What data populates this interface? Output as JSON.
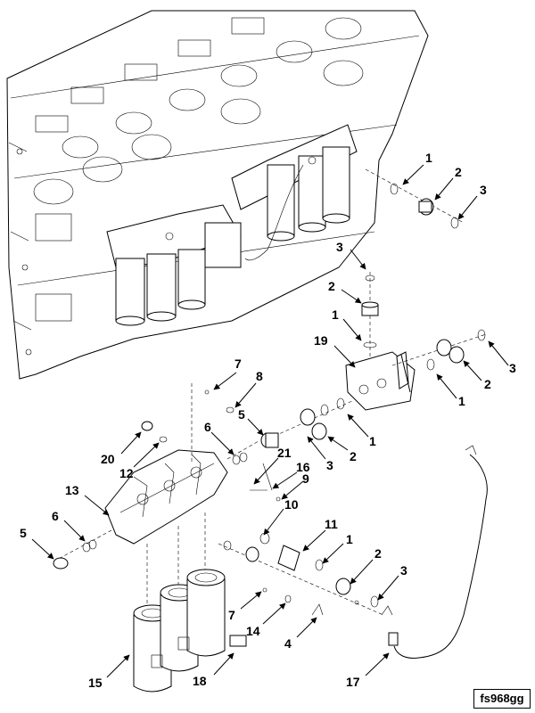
{
  "figure_id": "fs968gg",
  "callouts": [
    {
      "n": "1"
    },
    {
      "n": "2"
    },
    {
      "n": "3"
    },
    {
      "n": "3"
    },
    {
      "n": "2"
    },
    {
      "n": "1"
    },
    {
      "n": "19"
    },
    {
      "n": "1"
    },
    {
      "n": "2"
    },
    {
      "n": "3"
    },
    {
      "n": "7"
    },
    {
      "n": "8"
    },
    {
      "n": "5"
    },
    {
      "n": "1"
    },
    {
      "n": "2"
    },
    {
      "n": "3"
    },
    {
      "n": "6"
    },
    {
      "n": "20"
    },
    {
      "n": "12"
    },
    {
      "n": "21"
    },
    {
      "n": "16"
    },
    {
      "n": "9"
    },
    {
      "n": "13"
    },
    {
      "n": "10"
    },
    {
      "n": "6"
    },
    {
      "n": "5"
    },
    {
      "n": "11"
    },
    {
      "n": "1"
    },
    {
      "n": "2"
    },
    {
      "n": "3"
    },
    {
      "n": "7"
    },
    {
      "n": "14"
    },
    {
      "n": "4"
    },
    {
      "n": "15"
    },
    {
      "n": "18"
    },
    {
      "n": "17"
    }
  ]
}
